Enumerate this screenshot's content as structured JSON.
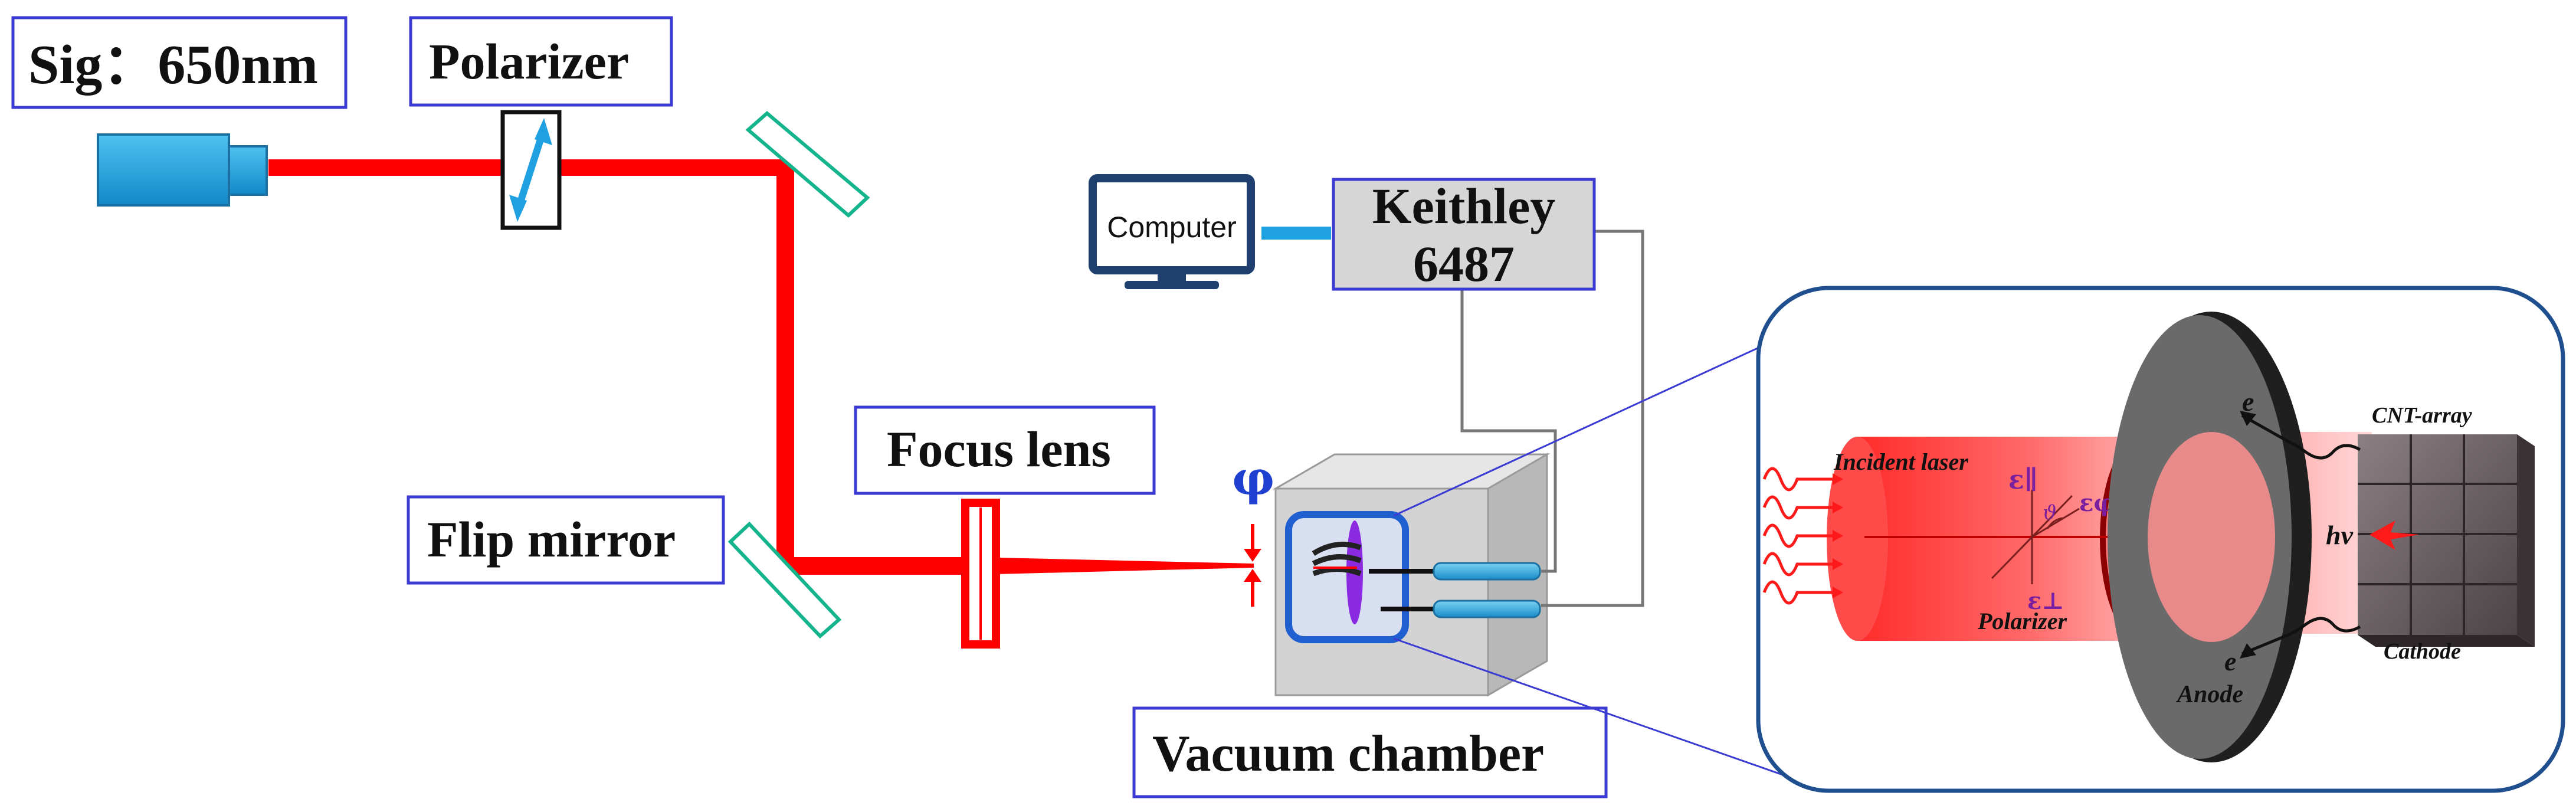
{
  "labels": {
    "signal": "Sig：650nm",
    "polarizer": "Polarizer",
    "flip_mirror": "Flip mirror",
    "focus_lens": "Focus lens",
    "vacuum_chamber": "Vacuum chamber",
    "computer": "Computer",
    "keithley_line1": "Keithley",
    "keithley_line2": "6487",
    "phi": "φ"
  },
  "inset": {
    "incident_laser": "Incident laser",
    "polarizer": "Polarizer",
    "anode": "Anode",
    "cnt_array": "CNT-array",
    "cathode": "Cathode",
    "electron_top": "e",
    "electron_bottom": "e",
    "photon": "hν",
    "eps_parallel": "ε∥",
    "eps_perp": "ε⊥",
    "eps_phi": "εφ",
    "theta": "ϑ"
  },
  "colors": {
    "laser": "#ff0000",
    "label_border": "#3b3bd4",
    "mirror": "#14b48c",
    "laser_head": "#1fa0e0",
    "computer_body": "#1f3f6e",
    "keithley_fill": "#d6d6d6",
    "chamber_fill": "#d0d0d0",
    "inset_border": "#1f4f8f",
    "anode": "#5a5a5a",
    "cable": "#777777",
    "phi": "#1f3fd0"
  }
}
